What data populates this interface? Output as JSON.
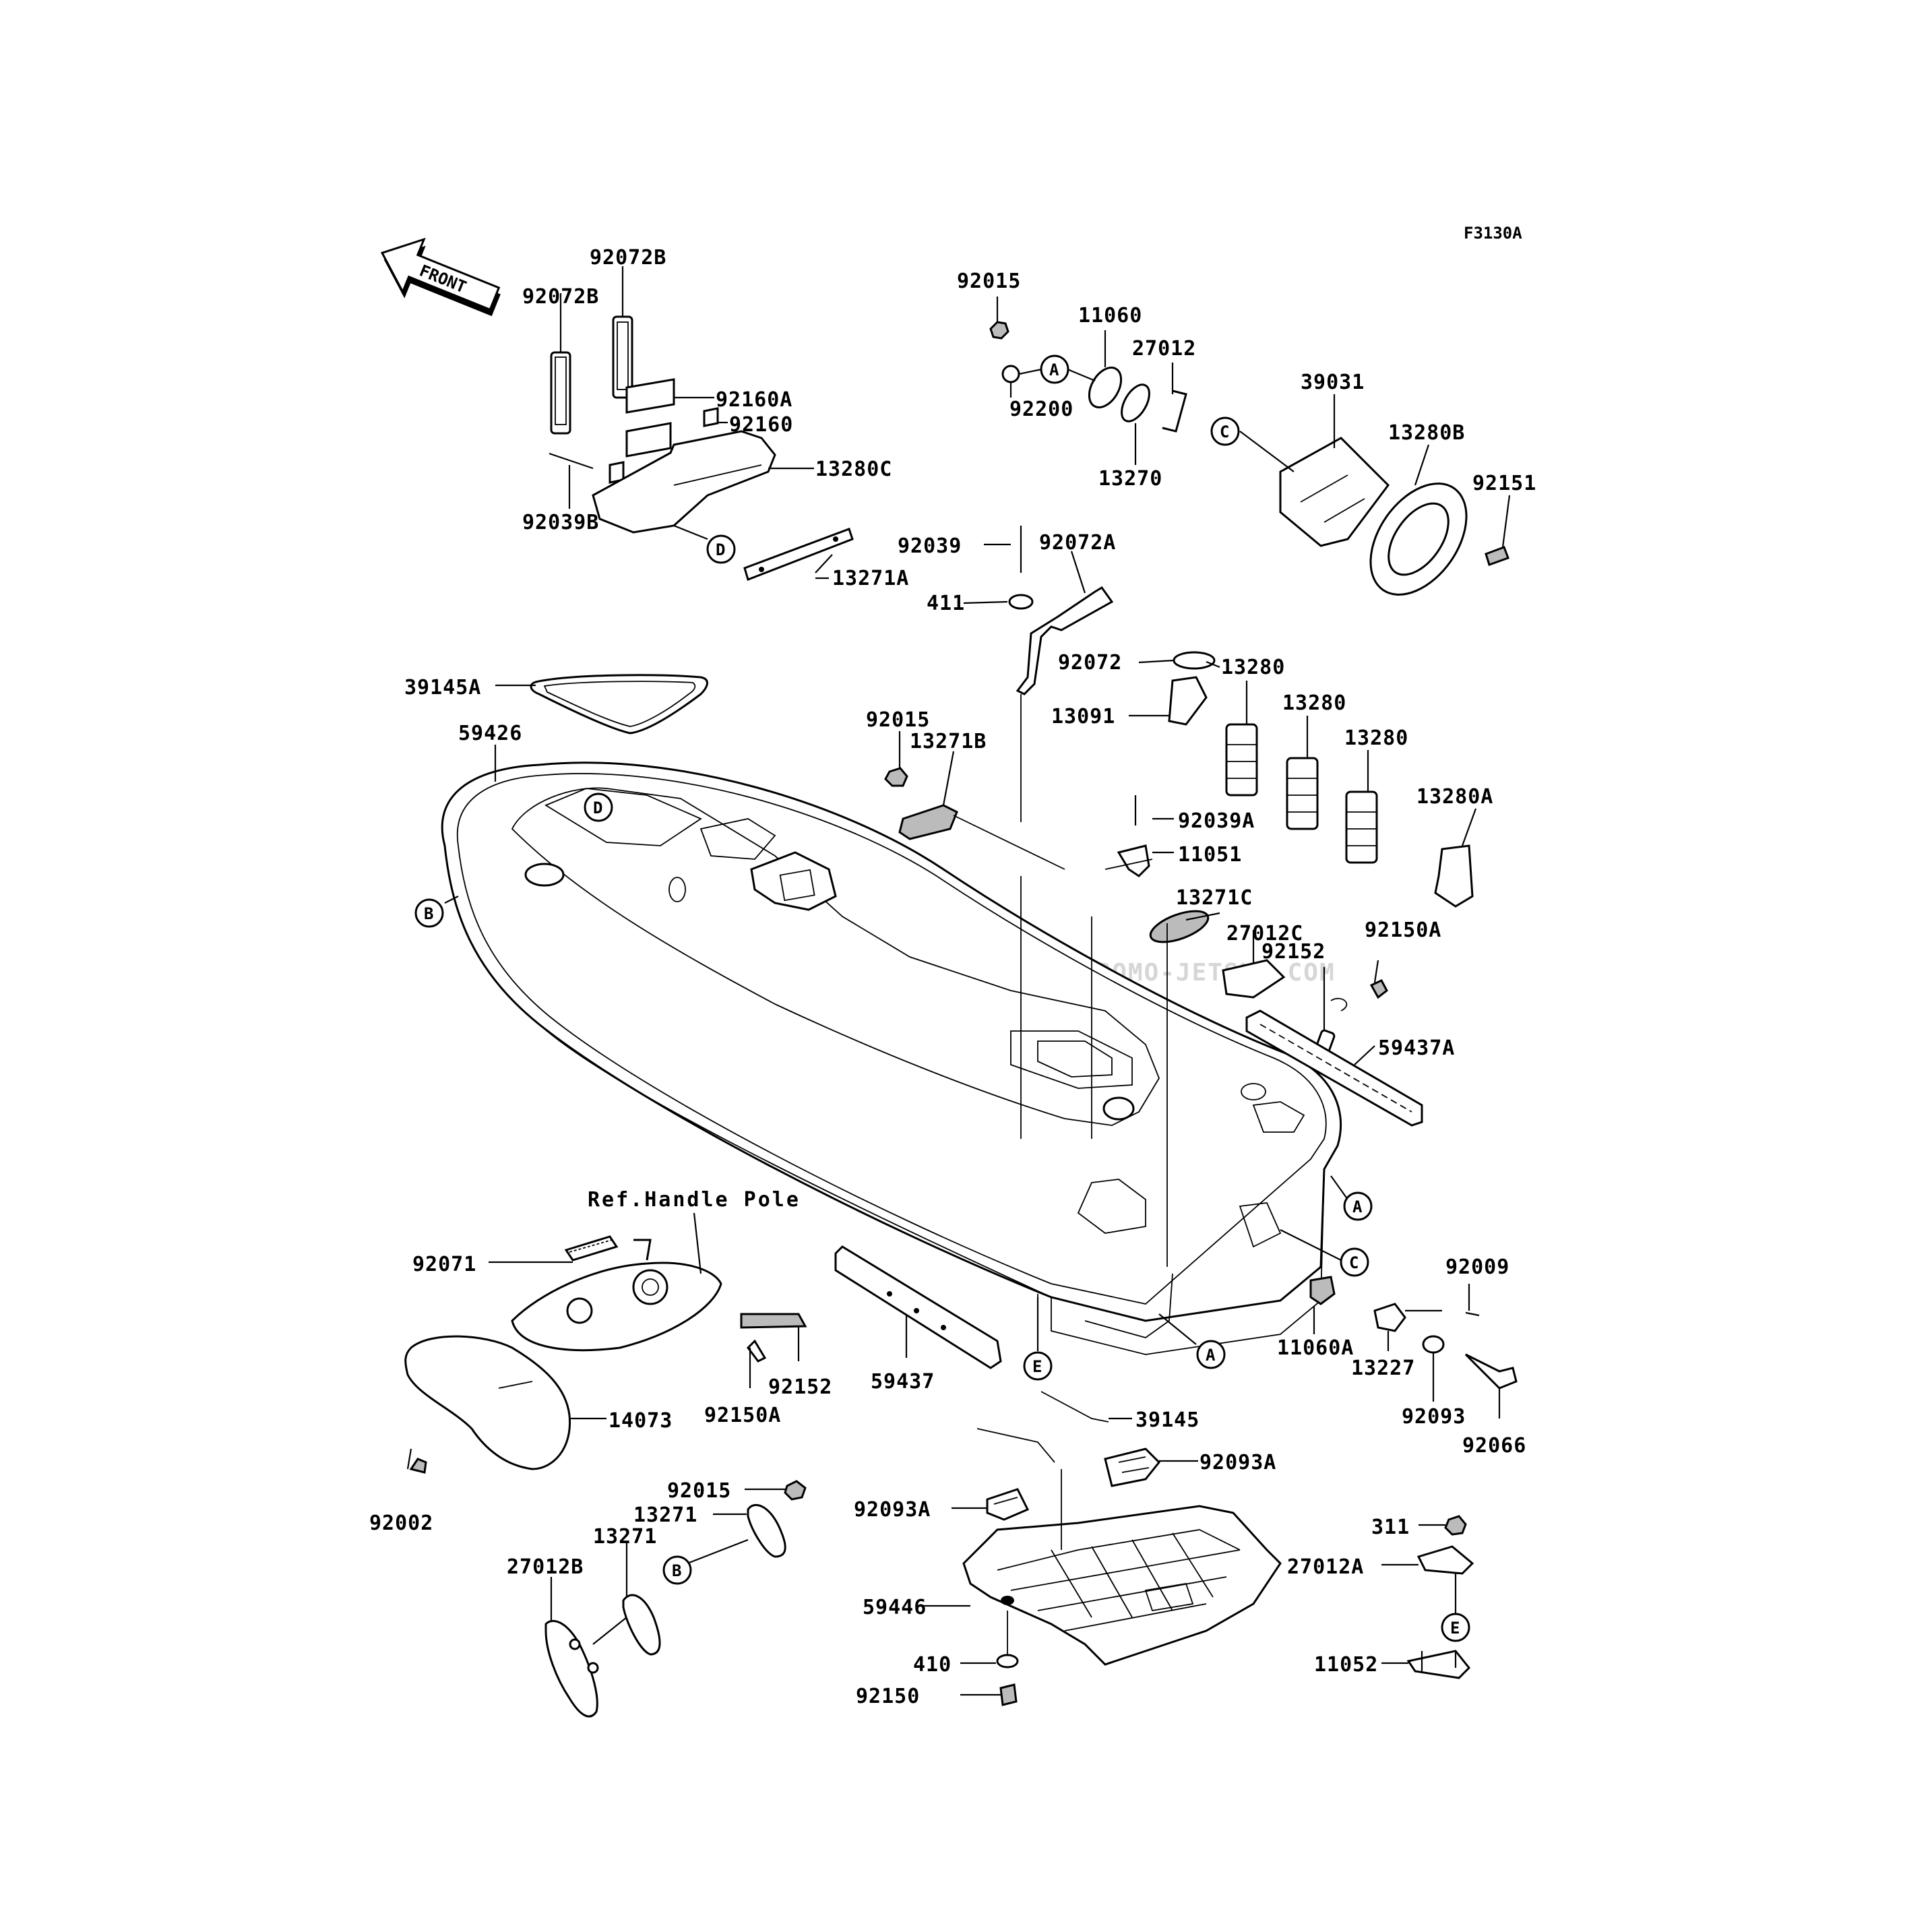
{
  "figure_code": "F3130A",
  "front_label": "FRONT",
  "reference_note": "Ref.Handle Pole",
  "watermark": "JETSKI.COM  PROMO-JETSKI.COM  PROMO-JETSKI.COM",
  "parts": {
    "p92072B_a": "92072B",
    "p92072B_b": "92072B",
    "p92160A": "92160A",
    "p92160": "92160",
    "p13280C": "13280C",
    "p92039B": "92039B",
    "p13271A": "13271A",
    "p92015_top": "92015",
    "p11060": "11060",
    "p27012": "27012",
    "p92200": "92200",
    "p13270": "13270",
    "p39031": "39031",
    "p13280B": "13280B",
    "p92151": "92151",
    "p92039": "92039",
    "p92072A": "92072A",
    "p411": "411",
    "p92072": "92072",
    "p13280_a": "13280",
    "p13280_b": "13280",
    "p13280_c": "13280",
    "p13091": "13091",
    "p39145A": "39145A",
    "p59426": "59426",
    "p92015_mid": "92015",
    "p13271B": "13271B",
    "p13280A": "13280A",
    "p92039A": "92039A",
    "p11051": "11051",
    "p13271C": "13271C",
    "p27012C": "27012C",
    "p92150A_r": "92150A",
    "p92152_r": "92152",
    "p59437A": "59437A",
    "p92071": "92071",
    "p92009": "92009",
    "p11060A": "11060A",
    "p13227": "13227",
    "p92093": "92093",
    "p92066": "92066",
    "p92152_l": "92152",
    "p59437": "59437",
    "p92150A_l": "92150A",
    "p14073": "14073",
    "p39145": "39145",
    "p92002": "92002",
    "p92015_bot": "92015",
    "p13271_a": "13271",
    "p13271_b": "13271",
    "p27012B": "27012B",
    "p92093A_a": "92093A",
    "p92093A_b": "92093A",
    "p311": "311",
    "p27012A": "27012A",
    "p59446": "59446",
    "p410": "410",
    "p92150": "92150",
    "p11052": "11052"
  },
  "callouts": {
    "A": "A",
    "B": "B",
    "C": "C",
    "D": "D",
    "E": "E"
  }
}
